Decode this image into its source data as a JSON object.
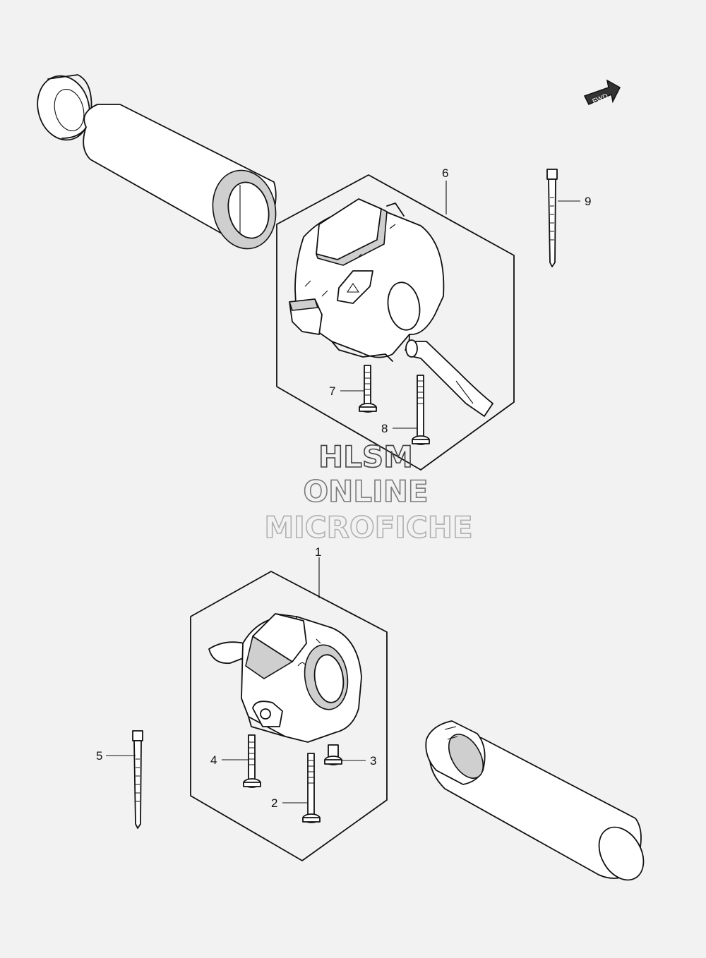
{
  "diagram": {
    "fwd_label": "FWD",
    "watermark": [
      "HLSM",
      "ONLINE",
      "MICROFICHE"
    ],
    "watermark_colors": [
      "#444444",
      "#7a7a7a",
      "#b0b0b0"
    ],
    "callouts": [
      "1",
      "2",
      "3",
      "4",
      "5",
      "6",
      "7",
      "8",
      "9"
    ],
    "colors": {
      "background": "#f2f2f2",
      "line": "#111111",
      "fill": "#ffffff",
      "shade": "#cfcfcf"
    }
  }
}
